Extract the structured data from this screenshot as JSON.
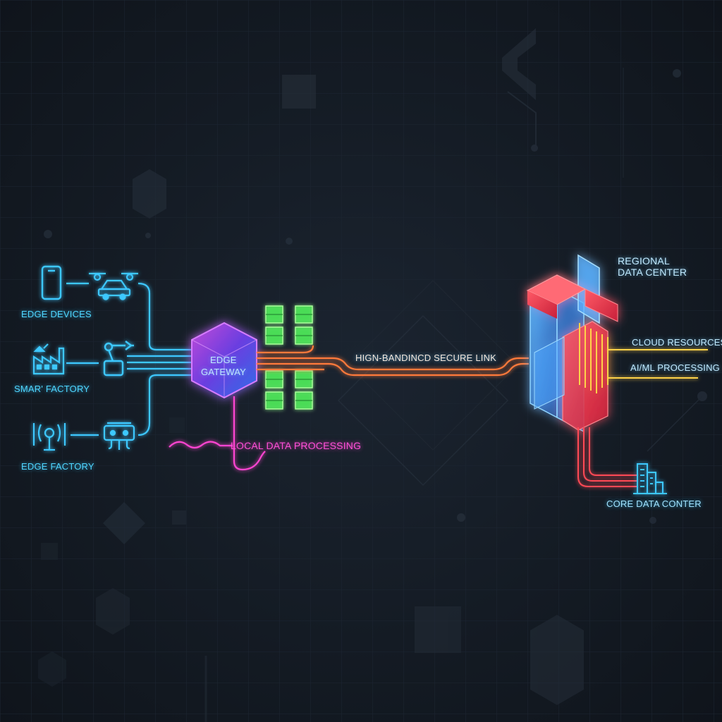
{
  "colors": {
    "background": "#121820",
    "edge_cyan": "#3cc8ff",
    "gateway_purple": "#9a4ce0",
    "local_pink": "#ff45d2",
    "processing_green": "#4ee85a",
    "link_orange": "#ff7a3a",
    "datacenter_red": "#ff4a55",
    "datacenter_blue": "#4aa8ff",
    "resource_gold": "#ffd24a"
  },
  "edge": {
    "devices_label": "EDGE DEVICES",
    "smart_factory_label": "SMAR' FACTORY",
    "edge_factory_label": "EDGE FACTORY",
    "icons": [
      "smartphone-icon",
      "drone-car-icon",
      "factory-icon",
      "robot-arm-icon",
      "antenna-tower-icon",
      "sensor-module-icon"
    ]
  },
  "gateway": {
    "line1": "EDGE",
    "line2": "GATEWAY",
    "icon": "hexagon-cube-icon"
  },
  "local_processing": {
    "label": "LOCAL DATA PROCESSING",
    "nodes": 8
  },
  "link": {
    "label": "HIGN-BANDINCD SECURE LINK"
  },
  "datacenter": {
    "line1": "REGIONAL",
    "line2": "DATA CENTER",
    "cloud_label": "CLOUD RESOURCES",
    "aiml_label": "AI/ML PROCESSING",
    "core_label": "CORE DATA CONTER",
    "icons": [
      "server-block-icon",
      "city-buildings-icon"
    ]
  }
}
